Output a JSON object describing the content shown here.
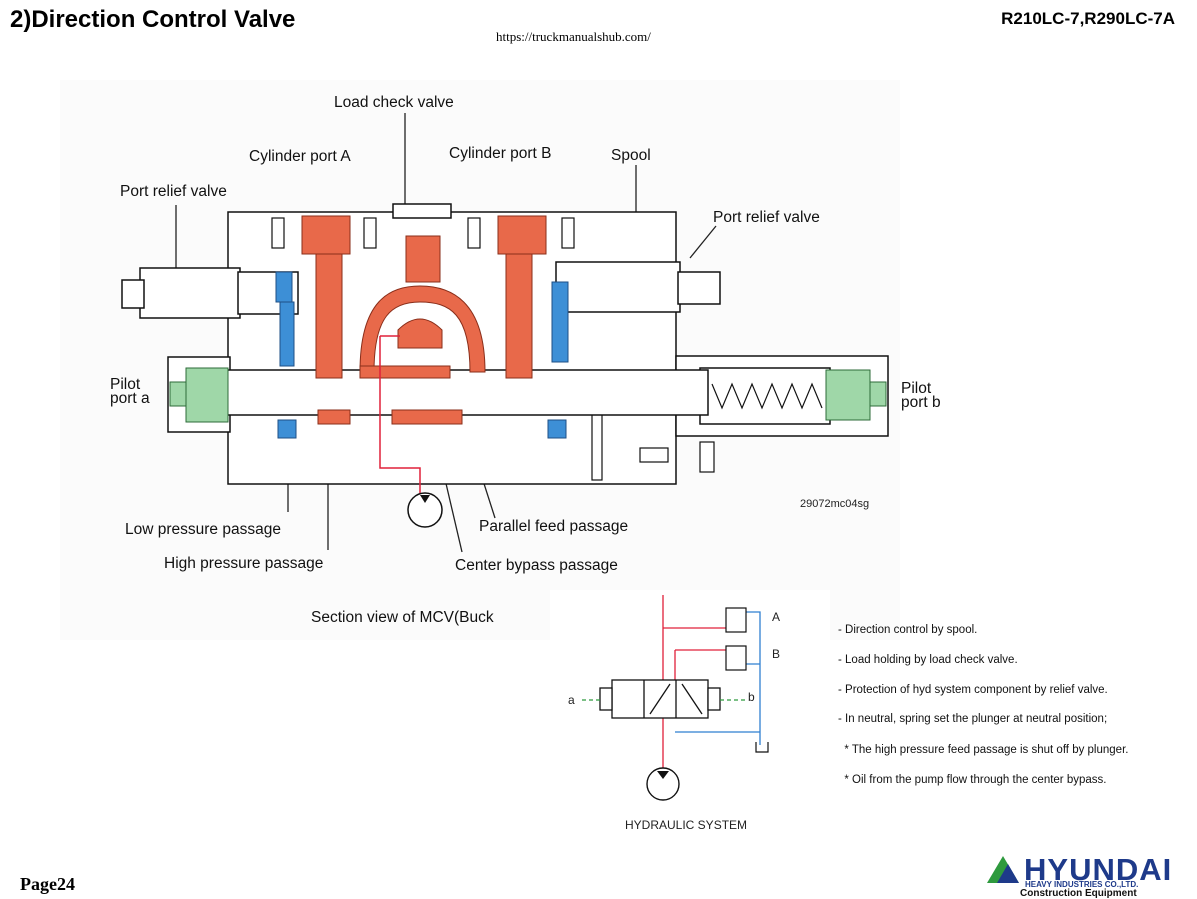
{
  "header": {
    "title": "2)Direction Control Valve",
    "model": "R210LC-7,R290LC-7A",
    "url": "https://truckmanualshub.com/"
  },
  "diagram": {
    "labels": {
      "load_check_valve": "Load check valve",
      "cylinder_port_a": "Cylinder port A",
      "cylinder_port_b": "Cylinder port B",
      "spool": "Spool",
      "port_relief_valve_left": "Port relief valve",
      "port_relief_valve_right": "Port relief valve",
      "pilot_port_a": "Pilot\nport a",
      "pilot_port_b": "Pilot\nport b",
      "drawing_code": "29072mc04sg",
      "low_pressure_passage": "Low pressure passage",
      "high_pressure_passage": "High pressure passage",
      "parallel_feed_passage": "Parallel feed passage",
      "center_bypass_passage": "Center bypass passage",
      "caption": "Section view of MCV(Buck"
    },
    "colors": {
      "high_pressure": "#e8694a",
      "low_pressure": "#3d8fd6",
      "pilot": "#9fd7a8",
      "red_line": "#e0203a"
    }
  },
  "hydraulic": {
    "port_a": "A",
    "port_b": "B",
    "pilot_a": "a",
    "pilot_b": "b",
    "caption": "HYDRAULIC SYSTEM"
  },
  "notes": [
    "- Direction control by  spool.",
    "- Load holding by  load check valve.",
    "- Protection of hyd system component by relief valve.",
    "- In neutral, spring set the plunger at neutral position;",
    "  * The high pressure feed passage is shut off by plunger.",
    "  * Oil from the pump flow through the center bypass."
  ],
  "footer": {
    "page": "Page24",
    "logo": "HYUNDAI",
    "logo_sub1": "HEAVY INDUSTRIES CO.,LTD.",
    "logo_sub2": "Construction Equipment"
  }
}
